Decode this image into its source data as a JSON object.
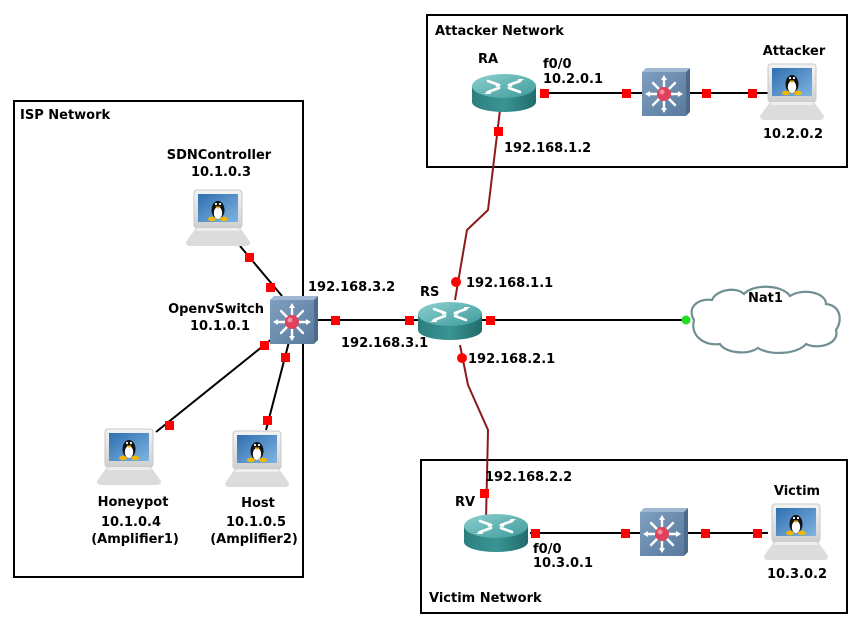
{
  "title": "GNS3 network topology",
  "colors": {
    "port_up": "#ff0000",
    "port_nat": "#22dd22",
    "ethernet_link": "#000000",
    "serial_link": "#8b1a1a",
    "router": "#2f8f8f",
    "switch": "#6e8fb0",
    "cloud_outline": "#6f8f92"
  },
  "groups": [
    {
      "id": "isp",
      "label": "ISP Network"
    },
    {
      "id": "attacker",
      "label": "Attacker Network"
    },
    {
      "id": "victim",
      "label": "Victim Network"
    }
  ],
  "nodes": {
    "sdncontroller": {
      "type": "host",
      "icon": "linux-workstation-icon",
      "name": "SDNController",
      "ip": "10.1.0.3"
    },
    "openvswitch": {
      "type": "switch",
      "icon": "multilayer-switch-icon",
      "name": "OpenvSwitch",
      "ip": "10.1.0.1"
    },
    "honeypot": {
      "type": "host",
      "icon": "linux-workstation-icon",
      "name": "Honeypot",
      "ip": "10.1.0.4",
      "role": "(Amplifier1)"
    },
    "host": {
      "type": "host",
      "icon": "linux-workstation-icon",
      "name": "Host",
      "ip": "10.1.0.5",
      "role": "(Amplifier2)"
    },
    "rs": {
      "type": "router",
      "icon": "router-icon",
      "name": "RS"
    },
    "ra": {
      "type": "router",
      "icon": "router-icon",
      "name": "RA"
    },
    "rv": {
      "type": "router",
      "icon": "router-icon",
      "name": "RV"
    },
    "attacker_switch": {
      "type": "switch",
      "icon": "multilayer-switch-icon"
    },
    "victim_switch": {
      "type": "switch",
      "icon": "multilayer-switch-icon"
    },
    "attacker": {
      "type": "host",
      "icon": "linux-workstation-icon",
      "name": "Attacker",
      "ip": "10.2.0.2"
    },
    "victim": {
      "type": "host",
      "icon": "linux-workstation-icon",
      "name": "Victim",
      "ip": "10.3.0.2"
    },
    "nat1": {
      "type": "cloud",
      "icon": "cloud-icon",
      "name": "Nat1"
    }
  },
  "interface_labels": {
    "ovs_uplink": "192.168.3.2",
    "rs_downlink": "192.168.3.1",
    "rs_to_ra": "192.168.1.1",
    "ra_to_rs": "192.168.1.2",
    "rs_to_rv": "192.168.2.1",
    "rv_to_rs": "192.168.2.2",
    "ra_lan_port": "f0/0",
    "ra_lan_ip": "10.2.0.1",
    "rv_lan_port": "f0/0",
    "rv_lan_ip": "10.3.0.1"
  },
  "links": [
    {
      "from": "sdncontroller",
      "to": "openvswitch",
      "kind": "ethernet"
    },
    {
      "from": "openvswitch",
      "to": "honeypot",
      "kind": "ethernet"
    },
    {
      "from": "openvswitch",
      "to": "host",
      "kind": "ethernet"
    },
    {
      "from": "openvswitch",
      "to": "rs",
      "kind": "ethernet"
    },
    {
      "from": "rs",
      "to": "nat1",
      "kind": "ethernet"
    },
    {
      "from": "rs",
      "to": "ra",
      "kind": "serial"
    },
    {
      "from": "rs",
      "to": "rv",
      "kind": "serial"
    },
    {
      "from": "ra",
      "to": "attacker_switch",
      "kind": "ethernet"
    },
    {
      "from": "attacker_switch",
      "to": "attacker",
      "kind": "ethernet"
    },
    {
      "from": "rv",
      "to": "victim_switch",
      "kind": "ethernet"
    },
    {
      "from": "victim_switch",
      "to": "victim",
      "kind": "ethernet"
    }
  ]
}
